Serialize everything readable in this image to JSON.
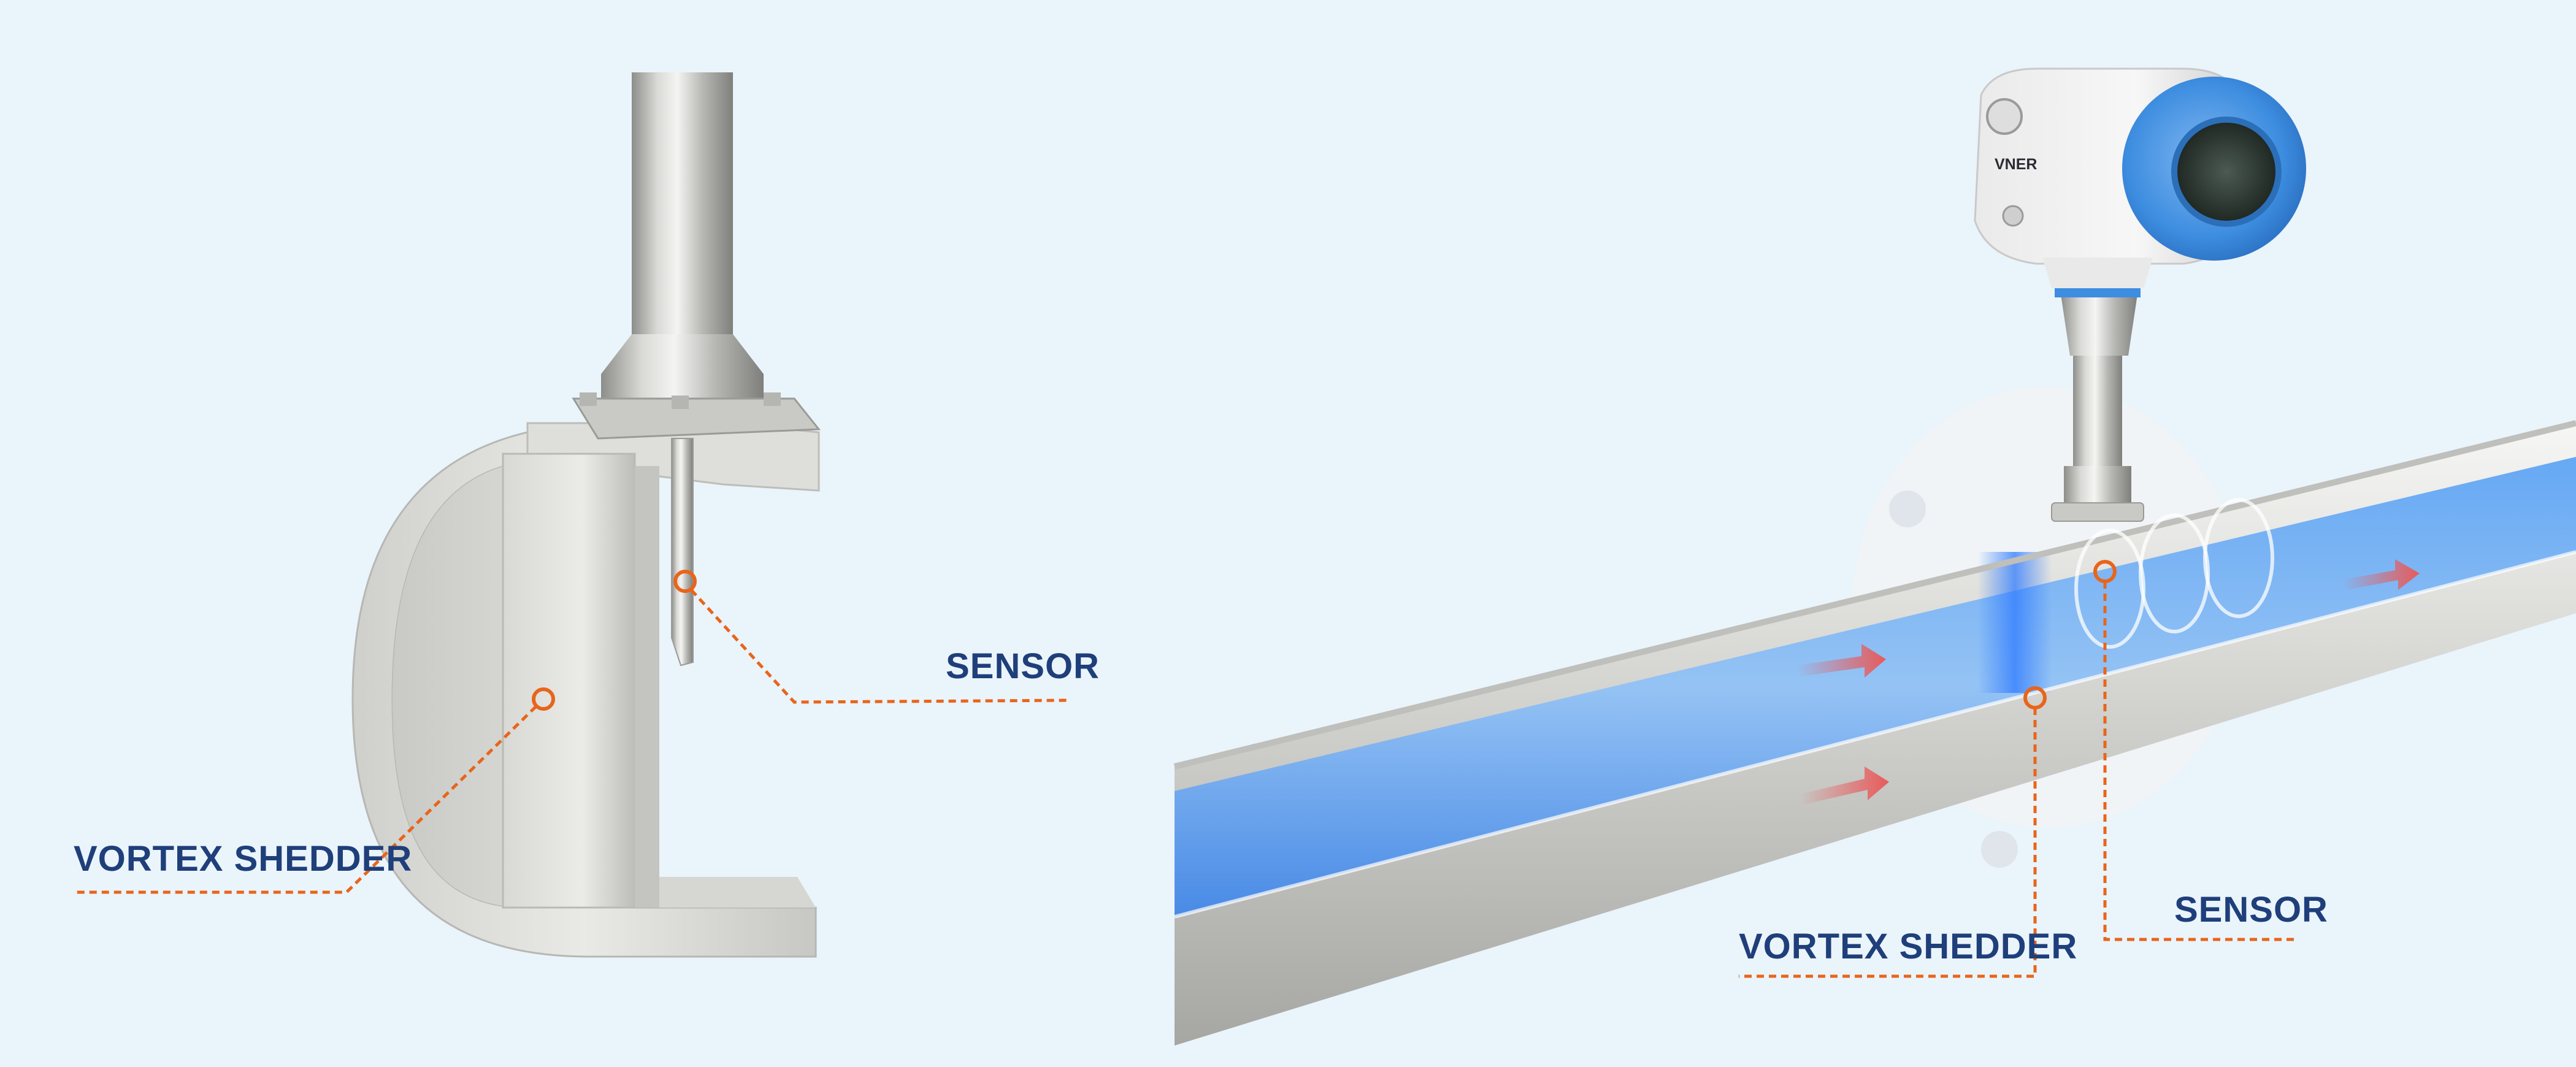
{
  "brand": "VNER",
  "colors": {
    "background": "#eaf4fb",
    "label_text": "#1f3f7a",
    "callout_line": "#e8651a",
    "steel_light": "#e6e6e3",
    "steel_mid": "#bdbdba",
    "steel_dark": "#8f8f8c",
    "water_blue": "#3f8ff0",
    "housing_blue": "#3d8de0",
    "flow_arrow": "#e85a5a"
  },
  "left_view": {
    "sensor_label": "SENSOR",
    "vortex_shedder_label": "VORTEX SHEDDER"
  },
  "right_view": {
    "sensor_label": "SENSOR",
    "vortex_shedder_label": "VORTEX SHEDDER"
  }
}
